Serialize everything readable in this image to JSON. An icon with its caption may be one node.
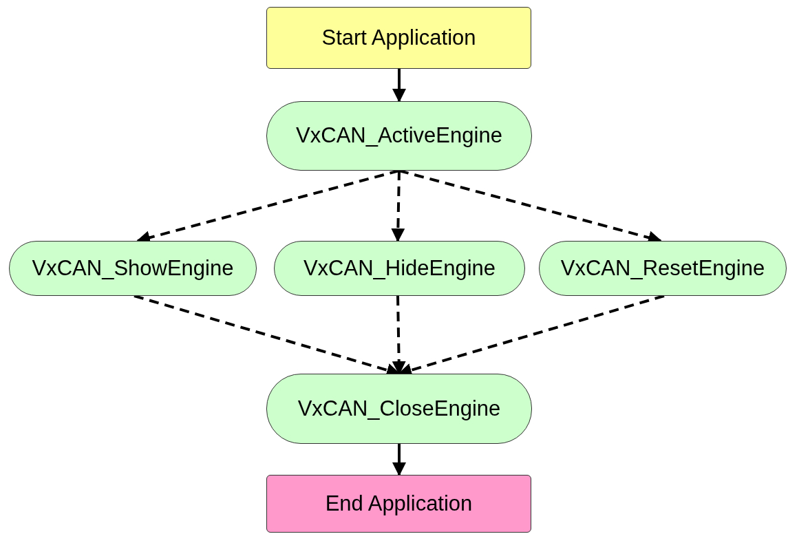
{
  "diagram": {
    "nodes": [
      {
        "text": [
          "Start Application"
        ]
      },
      {
        "text": [
          "VxCAN_ActiveEngine"
        ]
      },
      {
        "text": [
          "VxCAN_ShowEngine"
        ]
      },
      {
        "text": [
          "VxCAN_HideEngine"
        ]
      },
      {
        "text": [
          "VxCAN_ResetEngine"
        ]
      },
      {
        "text": [
          "VxCAN_CloseEngine"
        ]
      },
      {
        "text": [
          "End Application"
        ]
      }
    ],
    "edges": [
      {
        "from": 0,
        "to": 1,
        "arrow": "to"
      },
      {
        "from": 1,
        "to": 2,
        "arrow": "to",
        "style": "dashed"
      },
      {
        "from": 1,
        "to": 3,
        "arrow": "to",
        "style": "dashed"
      },
      {
        "from": 1,
        "to": 4,
        "arrow": "to",
        "style": "dashed"
      },
      {
        "from": 2,
        "to": 5,
        "arrow": "to",
        "style": "dashed"
      },
      {
        "from": 3,
        "to": 5,
        "arrow": "to",
        "style": "dashed"
      },
      {
        "from": 4,
        "to": 5,
        "arrow": "to",
        "style": "dashed"
      },
      {
        "from": 5,
        "to": 6,
        "arrow": "to"
      }
    ]
  }
}
